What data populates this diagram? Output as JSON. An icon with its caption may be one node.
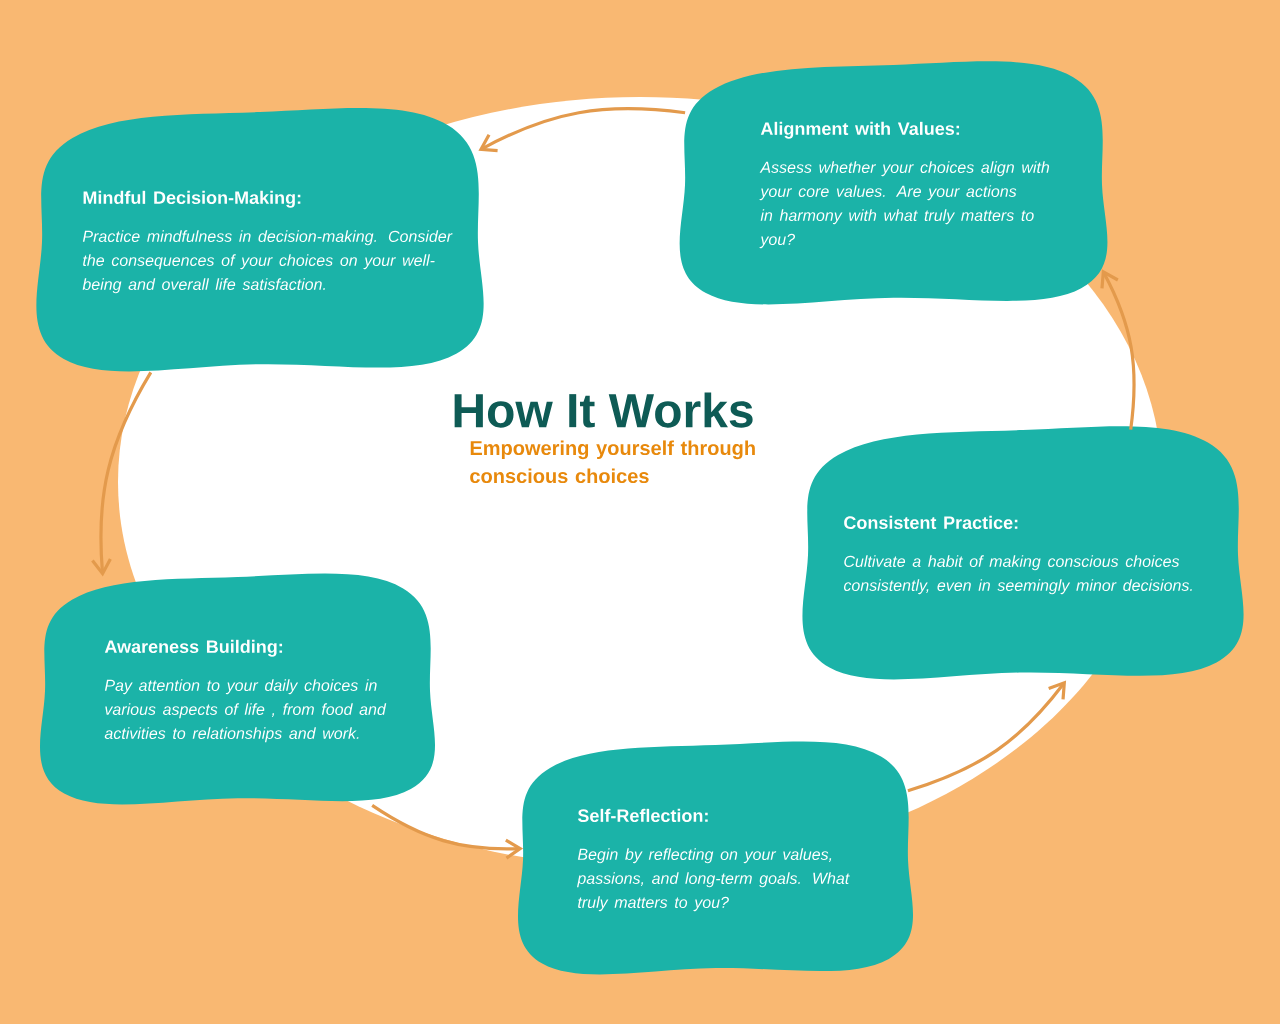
{
  "diagram": {
    "title": "How It Works",
    "nodes": [
      {
        "text": [
          "Mindful Decision-Making:",
          "Practice mindfulness in decision-making. Consider the consequences of your choices on your well-being and overall life satisfaction."
        ]
      },
      {
        "text": [
          "Alignment with Values:",
          "Assess whether your choices align with your core values. Are your actions in harmony with what truly matters to you?"
        ]
      },
      {
        "text": [
          "Consistent Practice:",
          "Cultivate a habit of making conscious choices consistently, even in seemingly minor decisions."
        ]
      },
      {
        "text": [
          "Awareness Building:",
          "Pay attention to your daily choices in various aspects of life , from food and activities to relationships and work."
        ]
      },
      {
        "text": [
          "Self-Reflection:",
          "Begin by reflecting on your values, passions, and long-term goals. What truly matters to you?"
        ]
      }
    ],
    "edges": [
      {
        "from": 4,
        "to": 2,
        "arrow": "to"
      },
      {
        "from": 2,
        "to": 1,
        "arrow": "to"
      },
      {
        "from": 1,
        "to": 0,
        "arrow": "to"
      },
      {
        "from": 0,
        "to": 3,
        "arrow": "to"
      },
      {
        "from": 3,
        "to": 4,
        "arrow": "to"
      }
    ],
    "labels": [
      "Empowering yourself through conscious choices"
    ]
  }
}
